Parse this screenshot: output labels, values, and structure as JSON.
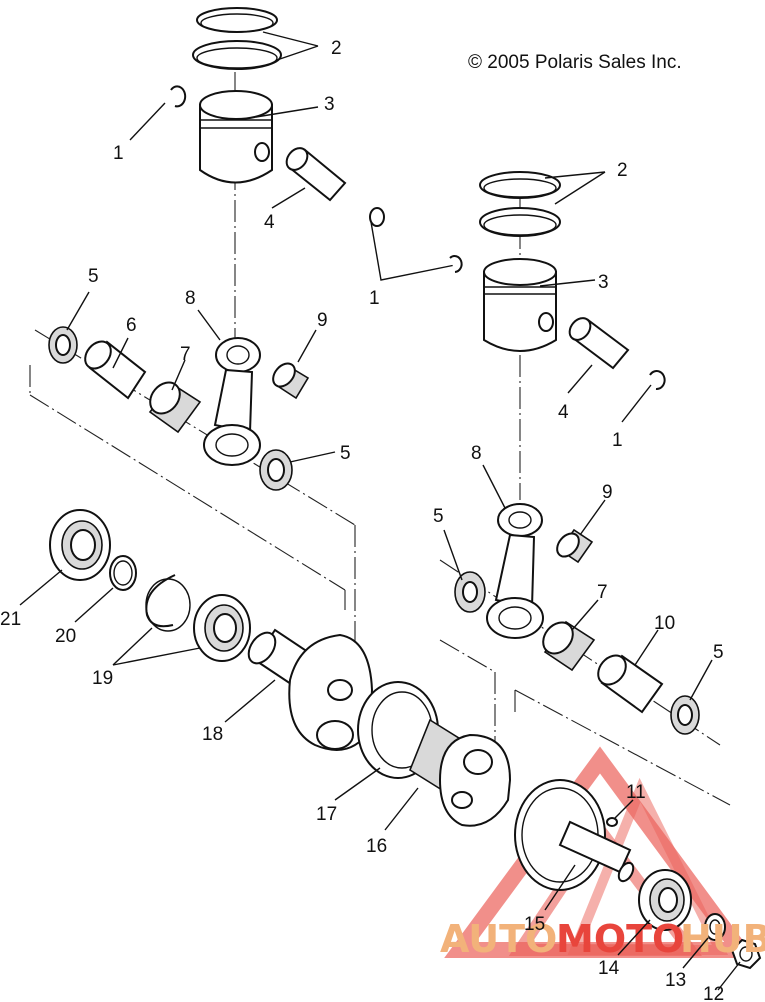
{
  "copyright": "© 2005 Polaris Sales Inc.",
  "watermark": {
    "text_part1": "AUTO",
    "text_part2": "MOTO",
    "text_part3": "HUB",
    "color_primary": "#e8453c",
    "color_secondary": "#f2b27a"
  },
  "callouts": {
    "c1a": "1",
    "c1b": "1",
    "c1c": "1",
    "c2a": "2",
    "c2b": "2",
    "c3a": "3",
    "c3b": "3",
    "c4a": "4",
    "c4b": "4",
    "c5a": "5",
    "c5b": "5",
    "c5c": "5",
    "c5d": "5",
    "c6": "6",
    "c7a": "7",
    "c7b": "7",
    "c8a": "8",
    "c8b": "8",
    "c9a": "9",
    "c9b": "9",
    "c10": "10",
    "c11": "11",
    "c12": "12",
    "c13": "13",
    "c14": "14",
    "c15": "15",
    "c16": "16",
    "c17": "17",
    "c18": "18",
    "c19": "19",
    "c20": "20",
    "c21": "21"
  }
}
